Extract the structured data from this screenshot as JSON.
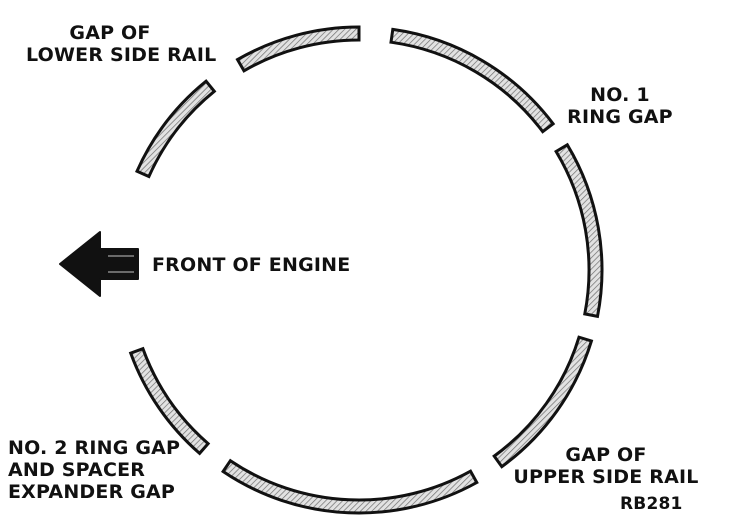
{
  "labels": {
    "gap_lower_side_rail": [
      "GAP OF",
      "LOWER SIDE RAIL"
    ],
    "no1_ring_gap": [
      "NO. 1",
      "RING GAP"
    ],
    "front_of_engine": "FRONT OF ENGINE",
    "no2_ring_gap": [
      "NO. 2 RING GAP",
      "AND SPACER",
      "EXPANDER GAP"
    ],
    "gap_upper_side_rail": [
      "GAP OF",
      "UPPER SIDE RAIL"
    ],
    "figure_ref": "RB281"
  },
  "colors": {
    "ink": "#111111",
    "hatch": "#8a8a8a",
    "segment_fill": "#d8d8d8",
    "background": "#ffffff"
  },
  "icons": {
    "front_arrow": "arrow-left-icon"
  }
}
